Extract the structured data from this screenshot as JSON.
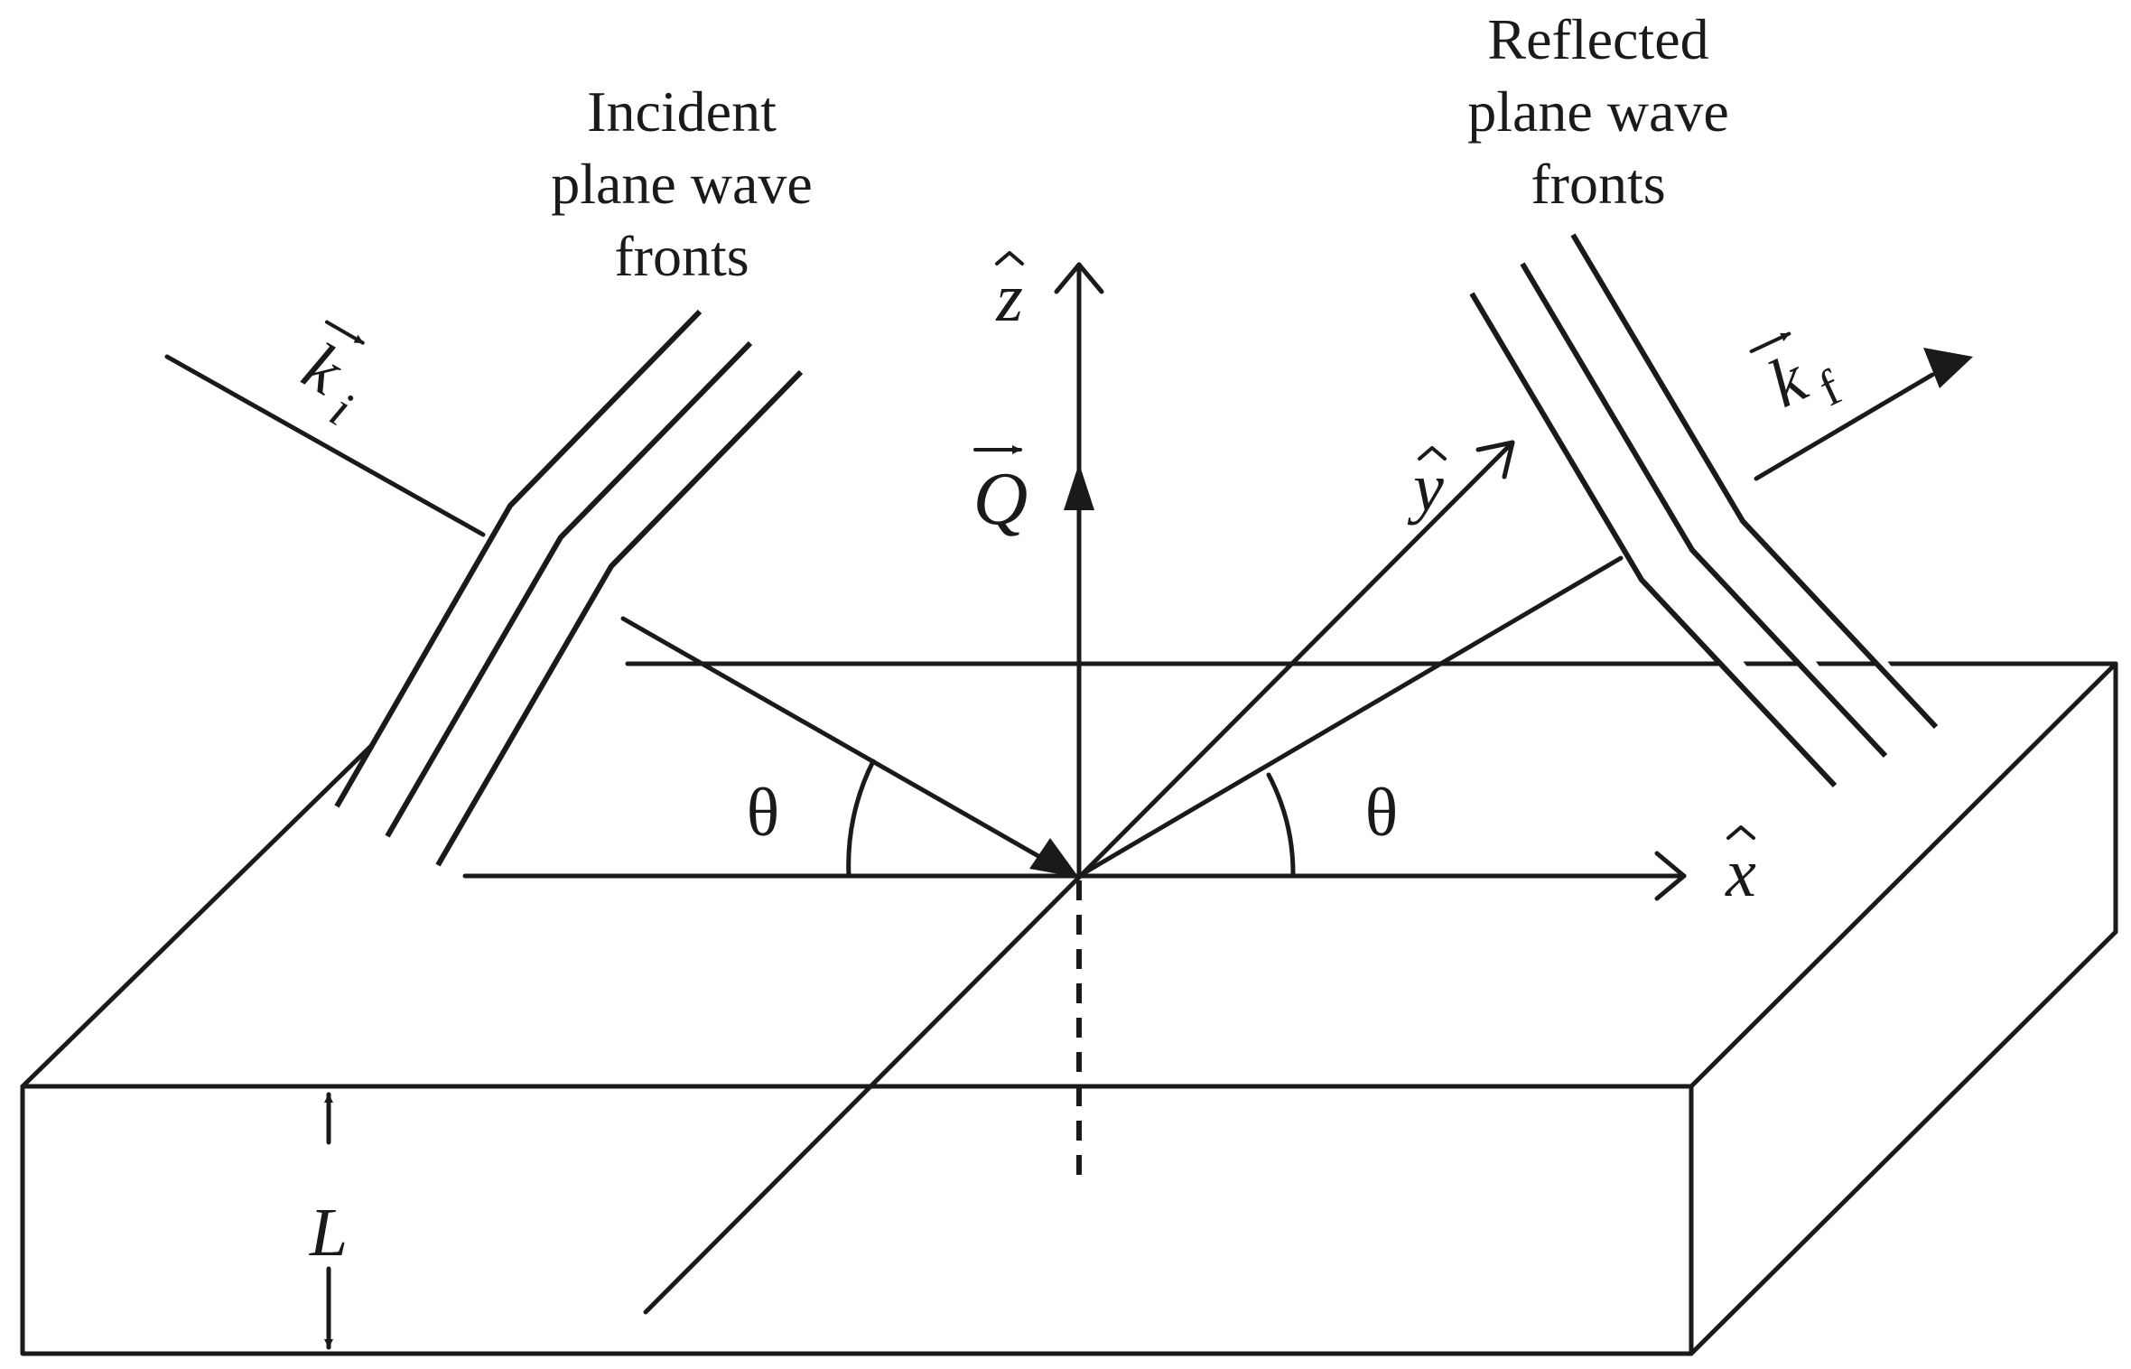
{
  "labels": {
    "incident": [
      "Incident",
      "plane wave",
      "fronts"
    ],
    "reflected": [
      "Reflected",
      "plane wave",
      "fronts"
    ],
    "z_axis": "z",
    "x_axis": "x",
    "y_axis": "y",
    "q_vector": "Q",
    "ki_base": "k",
    "ki_sub": "i",
    "kf_base": "k",
    "kf_sub": "f",
    "theta_left": "θ",
    "theta_right": "θ",
    "thickness": "L"
  },
  "colors": {
    "stroke": "#1a1a1a",
    "background": "#ffffff"
  }
}
